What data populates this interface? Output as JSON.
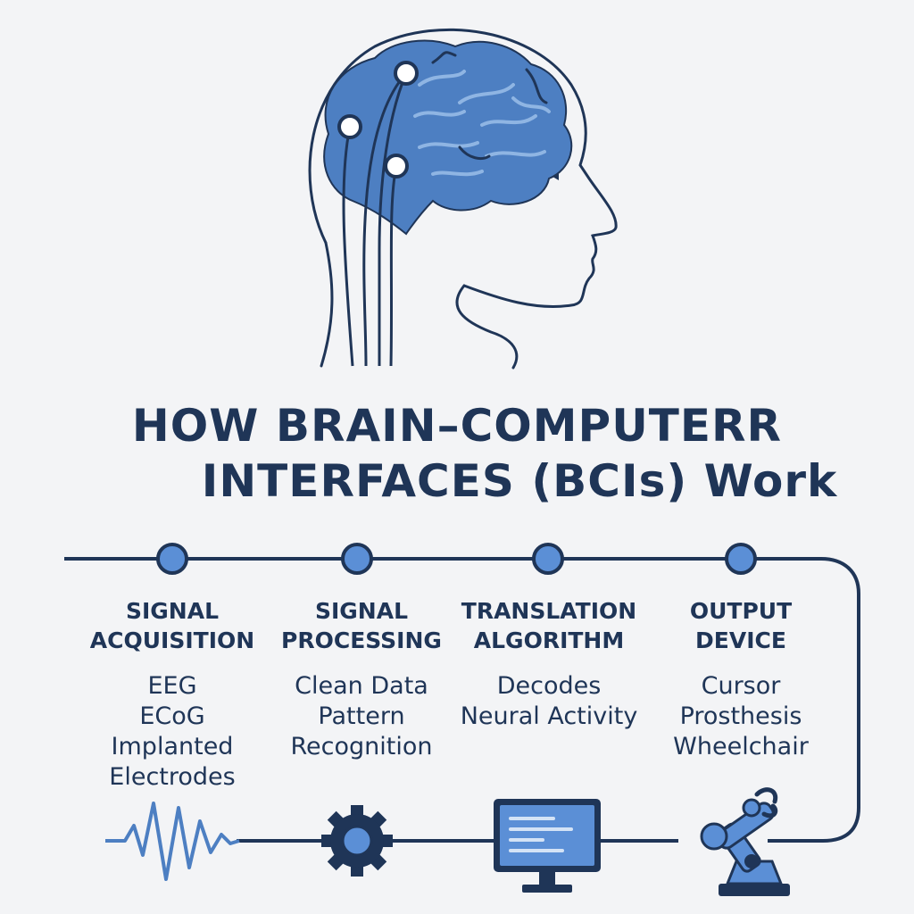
{
  "title": {
    "line1": "HOW BRAIN–COMPUTERR",
    "line2": "INTERFACES (BCIs) Work"
  },
  "steps": [
    {
      "title": "SIGNAL\nACQUISITION",
      "items": [
        "EEG",
        "ECoG",
        "Implanted",
        "Electrodes"
      ],
      "icon": "waveform-icon"
    },
    {
      "title": "SIGNAL\nPROCESSING",
      "items": [
        "Clean Data",
        "Pattern",
        "Recognition"
      ],
      "icon": "gear-icon"
    },
    {
      "title": "TRANSLATION\nALGORITHM",
      "items": [
        "Decodes",
        "Neural Activity"
      ],
      "icon": "monitor-icon"
    },
    {
      "title": "OUTPUT\nDEVICE",
      "items": [
        "Cursor",
        "Prosthesis",
        "Wheelchair"
      ],
      "icon": "robotic-arm-icon"
    }
  ],
  "colors": {
    "navy": "#1f3557",
    "brain_blue": "#4d7fc2",
    "brain_light": "#8fb5e3",
    "node_fill": "#5b8fd6",
    "background": "#f3f4f6"
  }
}
